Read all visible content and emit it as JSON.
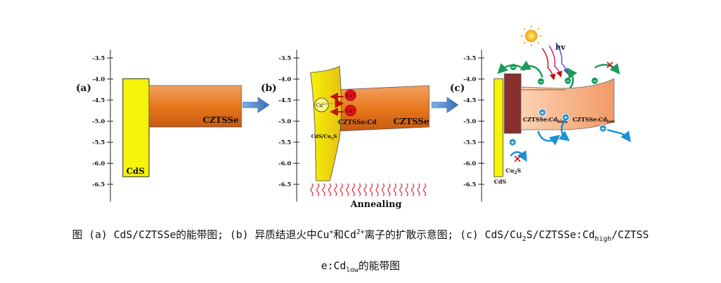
{
  "axis_ticks": [
    "-3.5",
    "-4.0",
    "-4.5",
    "-5.0",
    "-5.5",
    "-6.0",
    "-6.5"
  ],
  "panel_a": {
    "label": "(a)",
    "cds": "CdS",
    "cztsse": "CZTSSe"
  },
  "panel_b": {
    "label": "(b)",
    "cd_ion": "Cd",
    "cd_ion_sup": "2+",
    "cu_ion": "Cu",
    "cu_ion_sup": "+",
    "cds_cu2s": "CdS/Cu",
    "cds_cu2s_sub": "2",
    "cds_cu2s_tail": "S",
    "cztsse_cd": "CZTSSe:Cd",
    "cztsse": "CZTSSe",
    "annealing": "Annealing"
  },
  "panel_c": {
    "label": "(c)",
    "hv": "hv",
    "cztsse_cd_high": "CZTSSe:Cd",
    "cztsse_cd_high_sub": "high",
    "cztsse_cd_low": "CZTSSe:Cd",
    "cztsse_cd_low_sub": "low",
    "cu2s": "Cu",
    "cu2s_sub": "2",
    "cu2s_tail": "S",
    "cds": "CdS",
    "electron": "−",
    "hole": "+"
  },
  "caption": {
    "line1_a": "图 (a) CdS/CZTSSe的能带图; (b) 异质结退火中Cu",
    "line1_sup1": "+",
    "line1_b": "和Cd",
    "line1_sup2": "2+",
    "line1_c": "离子的扩散示意图; (c) CdS/Cu",
    "line1_sub1": "2",
    "line1_d": "S/CZTSSe:Cd",
    "line1_sub2": "high",
    "line1_e": "/CZTSS",
    "line2_a": "e:Cd",
    "line2_sub": "low",
    "line2_b": "的能带图"
  },
  "colors": {
    "cds_yellow": "#f6f20a",
    "cztsse_orange": "#e8781c",
    "cztsse_light": "#f6a879",
    "cu2s_brown": "#8b2e2e",
    "arrow_blue": "#4a7fc4",
    "ion_red": "#e0101a",
    "electron_green": "#1a9a5a",
    "hole_blue": "#1a8fd6"
  }
}
